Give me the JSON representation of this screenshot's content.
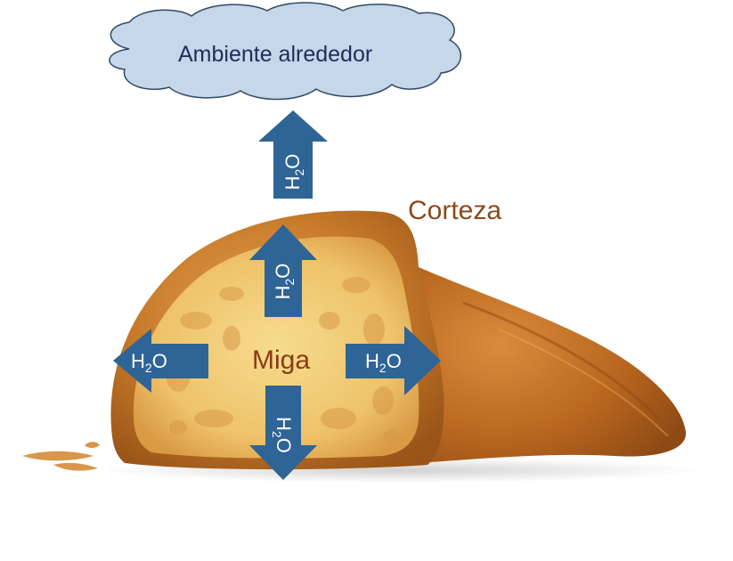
{
  "cloud": {
    "label": "Ambiente alrededor"
  },
  "labels": {
    "crust": "Corteza",
    "crumb": "Miga"
  },
  "arrows": [
    {
      "id": "top-cloud",
      "direction": "up",
      "label_main": "H",
      "label_sub": "2",
      "label_tail": "O"
    },
    {
      "id": "top-crumb",
      "direction": "up",
      "label_main": "H",
      "label_sub": "2",
      "label_tail": "O"
    },
    {
      "id": "left",
      "direction": "left",
      "label_main": "H",
      "label_sub": "2",
      "label_tail": "O"
    },
    {
      "id": "right",
      "direction": "right",
      "label_main": "H",
      "label_sub": "2",
      "label_tail": "O"
    },
    {
      "id": "bottom",
      "direction": "down",
      "label_main": "H",
      "label_sub": "2",
      "label_tail": "O"
    }
  ],
  "colors": {
    "arrow": "#2e6496",
    "cloud_fill": "#c5d7e8",
    "cloud_stroke": "#2f4a6b",
    "crust_text": "#8a4a1c",
    "crumb_text": "#8a3a14"
  }
}
